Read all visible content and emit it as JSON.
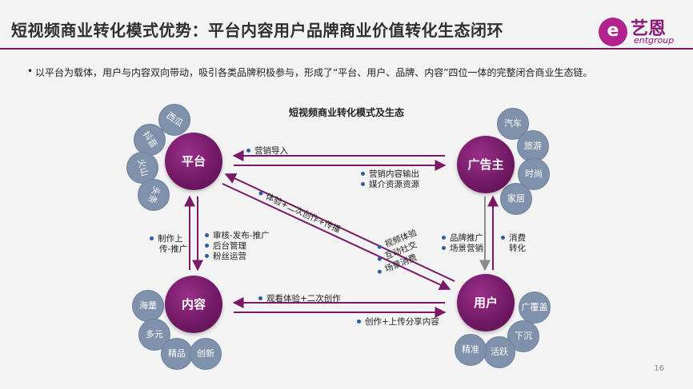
{
  "header": {
    "title": "短视频商业转化模式优势：平台内容用户品牌商业价值转化生态闭环",
    "logo_mark": "e",
    "logo_name": "艺恩",
    "logo_sub": "entgroup"
  },
  "bullet": {
    "dot": "•",
    "text": "以平台为载体，用户与内容双向带动，吸引各类品牌积极参与，形成了“平台、用户、品牌、内容”四位一体的完整闭合商业生态链。"
  },
  "diagram": {
    "title": "短视频商业转化模式及生态",
    "nodes": {
      "platform": "平台",
      "advertiser": "广告主",
      "content": "内容",
      "user": "用户"
    },
    "platform_bubbles": [
      "西瓜",
      "抖音",
      "火山",
      "头条"
    ],
    "advertiser_bubbles": [
      "汽车",
      "旅游",
      "时尚",
      "家居"
    ],
    "content_bubbles": [
      "海量",
      "多元",
      "精品",
      "创新"
    ],
    "user_bubbles": [
      "广覆盖",
      "下沉",
      "活跃",
      "精准"
    ],
    "labels": {
      "marketing_import": "营销导入",
      "marketing_content_output": "营销内容输出",
      "media_resource": "媒介资源资源",
      "diag_top": "体验+二次创作+传播",
      "make_upload_1": "制作上",
      "make_upload_2": "传-推广",
      "review_publish": "审核-发布-推广",
      "backend_mgmt": "后台管理",
      "fans_ops": "粉丝运营",
      "video_exp": "视频体验",
      "interactive_social": "互动社交",
      "scene_consume": "场景消费",
      "brand_promo": "品牌推广",
      "scene_marketing": "场景营销",
      "consume_1": "消费",
      "consume_2": "转化",
      "watch_exp": "观看体验+二次创作",
      "create_share": "创作+上传分享内容"
    }
  },
  "footer": {
    "page_number": "16"
  },
  "colors": {
    "accent": "#7a1a67",
    "node": "#6f1862",
    "bubble": "#7f91ab",
    "label_dot": "#2e5d9f"
  }
}
